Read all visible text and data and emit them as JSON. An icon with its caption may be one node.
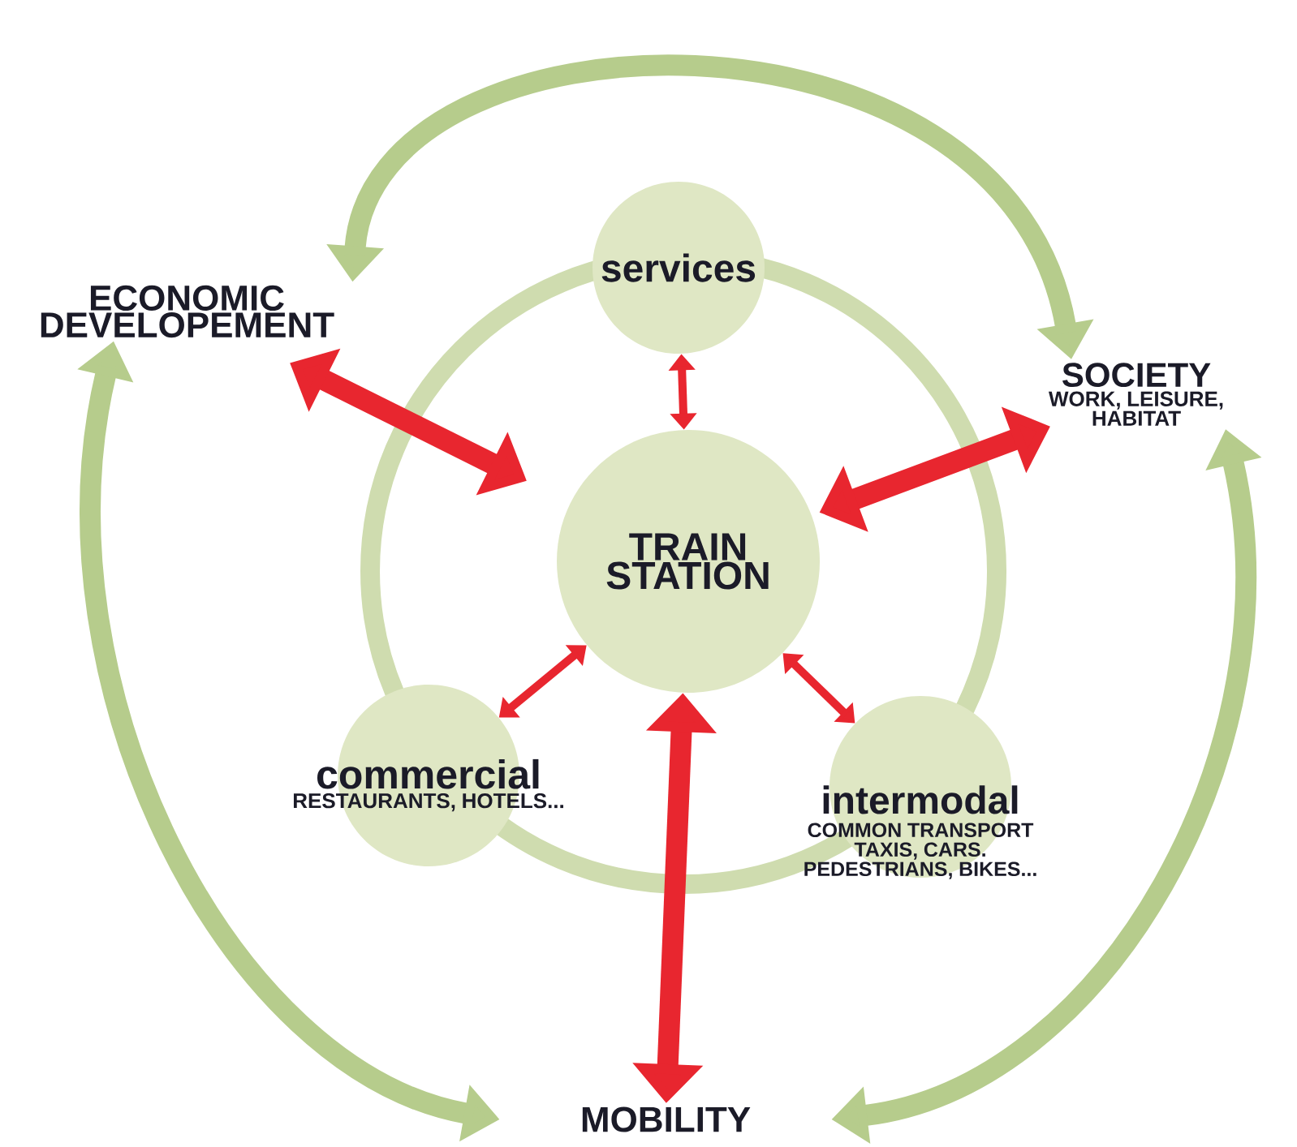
{
  "diagram": {
    "nodes": [
      {
        "text": [
          "TRAIN STATION"
        ]
      },
      {
        "text": [
          "services"
        ]
      },
      {
        "text": [
          "commercial",
          "RESTAURANTS, HOTELS..."
        ]
      },
      {
        "text": [
          "intermodal",
          "COMMON TRANSPORT",
          "TAXIS, CARS. PEDESTRIANS, BIKES..."
        ]
      },
      {
        "text": [
          "ECONOMIC DEVELOPEMENT"
        ]
      },
      {
        "text": [
          "SOCIETY",
          "WORK, LEISURE, HABITAT"
        ]
      },
      {
        "text": [
          "MOBILITY"
        ]
      }
    ],
    "edges": [
      {
        "from": 1,
        "to": 0,
        "arrow": "both"
      },
      {
        "from": 2,
        "to": 0,
        "arrow": "both"
      },
      {
        "from": 3,
        "to": 0,
        "arrow": "both"
      },
      {
        "from": 4,
        "to": 0,
        "arrow": "both"
      },
      {
        "from": 5,
        "to": 0,
        "arrow": "both"
      },
      {
        "from": 0,
        "to": 6,
        "arrow": "both"
      },
      {
        "from": 4,
        "to": 5,
        "arrow": "both",
        "color": "#b6cc8c"
      },
      {
        "from": 4,
        "to": 6,
        "arrow": "both",
        "color": "#b6cc8c"
      },
      {
        "from": 5,
        "to": 6,
        "arrow": "both",
        "color": "#b6cc8c"
      }
    ]
  }
}
